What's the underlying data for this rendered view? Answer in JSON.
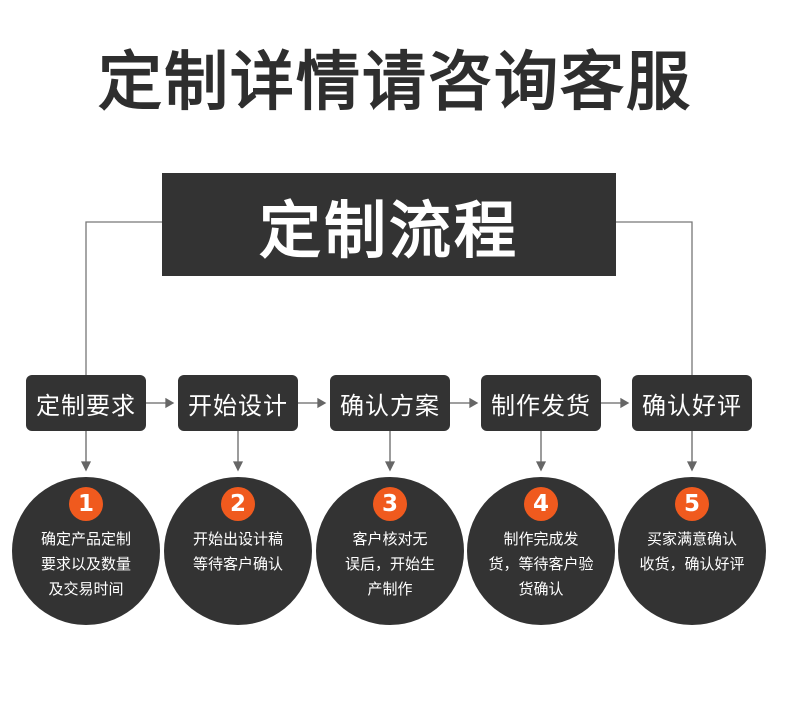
{
  "headline": "定制详情请咨询客服",
  "banner": "定制流程",
  "steps": [
    {
      "label": "定制要求",
      "number": "1",
      "desc": "确定产品定制\n要求以及数量\n及交易时间"
    },
    {
      "label": "开始设计",
      "number": "2",
      "desc": "开始出设计稿\n等待客户确认"
    },
    {
      "label": "确认方案",
      "number": "3",
      "desc": "客户核对无\n误后，开始生\n产制作"
    },
    {
      "label": "制作发货",
      "number": "4",
      "desc": "制作完成发\n货，等待客户验\n货确认"
    },
    {
      "label": "确认好评",
      "number": "5",
      "desc": "买家满意确认\n收货，确认好评"
    }
  ],
  "colors": {
    "dark": "#333333",
    "accent": "#f05a1e",
    "line": "#666666"
  }
}
